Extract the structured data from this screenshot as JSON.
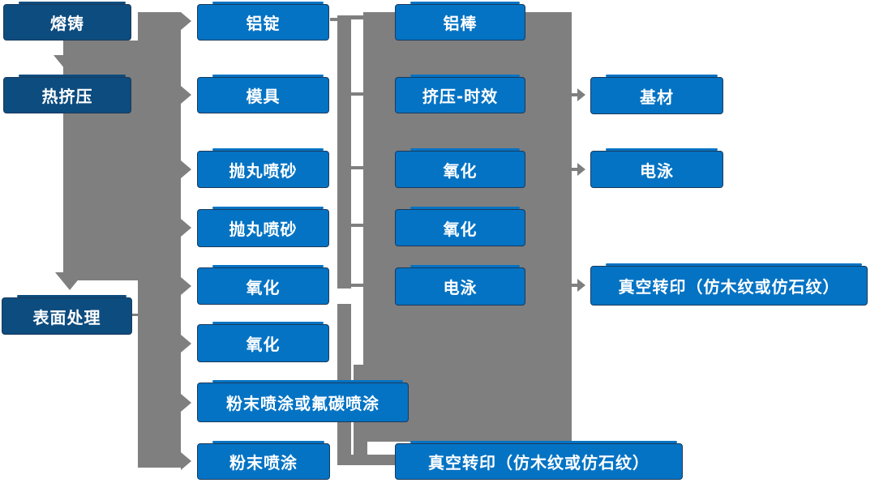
{
  "colors": {
    "box_blue": "#0473C4",
    "box_dark_blue": "#0D4C7E",
    "box_border": "#1A3A5C",
    "connector_gray": "#7F7F7F",
    "text_white": "#FFFFFF",
    "background": "#FFFFFF"
  },
  "nodes": {
    "rongzhu": {
      "label": "熔铸"
    },
    "rejiya": {
      "label": "热挤压"
    },
    "biaomian": {
      "label": "表面处理"
    },
    "luding": {
      "label": "铝锭"
    },
    "moju": {
      "label": "模具"
    },
    "paowan1": {
      "label": "抛丸喷砂"
    },
    "paowan2": {
      "label": "抛丸喷砂"
    },
    "yanghua1": {
      "label": "氧化"
    },
    "yanghua2": {
      "label": "氧化"
    },
    "fenmo_fl": {
      "label": "粉末喷涂或氟碳喷涂"
    },
    "fenmo": {
      "label": "粉末喷涂"
    },
    "lubang": {
      "label": "铝棒"
    },
    "jiya": {
      "label": "挤压-时效"
    },
    "yanghua3": {
      "label": "氧化"
    },
    "yanghua4": {
      "label": "氧化"
    },
    "dianyong1": {
      "label": "电泳"
    },
    "zhenkong1": {
      "label": "真空转印（仿木纹或仿石纹）"
    },
    "jicai": {
      "label": "基材"
    },
    "dianyong2": {
      "label": "电泳"
    },
    "zhenkong2": {
      "label": "真空转印（仿木纹或仿石纹）"
    }
  }
}
